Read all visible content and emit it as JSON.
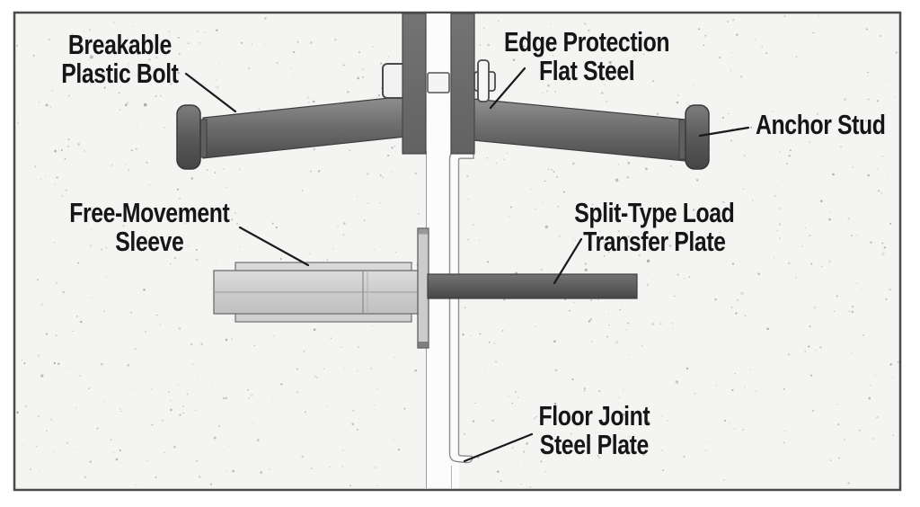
{
  "diagram": {
    "type": "technical-cross-section",
    "subject": "floor joint armouring system",
    "labels": {
      "breakable_plastic_bolt": {
        "line1": "Breakable",
        "line2": "Plastic Bolt"
      },
      "edge_protection_flat_steel": {
        "line1": "Edge Protection",
        "line2": "Flat Steel"
      },
      "anchor_stud": {
        "line1": "Anchor Stud"
      },
      "free_movement_sleeve": {
        "line1": "Free-Movement",
        "line2": "Sleeve"
      },
      "split_type_load_transfer_plate": {
        "line1": "Split-Type Load",
        "line2": "Transfer Plate"
      },
      "floor_joint_steel_plate": {
        "line1": "Floor Joint",
        "line2": "Steel Plate"
      }
    },
    "colors": {
      "page_background": "#ffffff",
      "concrete_fill": "#f4f4f3",
      "frame_border": "#4a4a4a",
      "steel_bar": "#6c6c6c",
      "steel_outline": "#3c3c3c",
      "sleeve_light": "#d9d9d9",
      "sleeve_mid": "#cfcfcf",
      "flange_gray": "#cccccc",
      "joint_gap_white": "#fcfcfc",
      "plate_white": "#fbfbfb",
      "label_text": "#161616",
      "leader_line": "#1a1a1a"
    }
  }
}
